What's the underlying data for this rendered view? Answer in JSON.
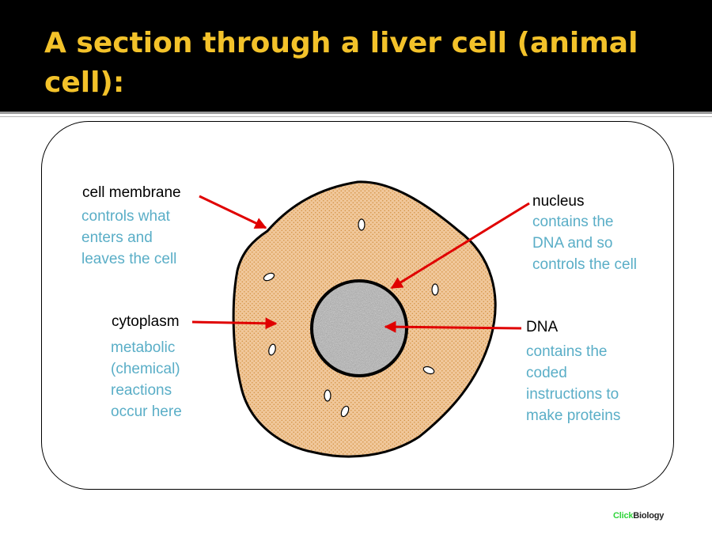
{
  "title": "A section through a liver cell (animal cell):",
  "labels": {
    "cell_membrane": {
      "name": "cell membrane",
      "description": [
        "controls what",
        "enters and",
        "leaves the cell"
      ]
    },
    "nucleus": {
      "name": "nucleus",
      "description": [
        "contains the",
        "DNA and so",
        "controls the cell"
      ]
    },
    "cytoplasm": {
      "name": "cytoplasm",
      "description": [
        "metabolic",
        "(chemical)",
        "reactions",
        "occur here"
      ]
    },
    "dna": {
      "name": "DNA",
      "description": [
        "contains the",
        "coded",
        "instructions to",
        "make proteins"
      ]
    }
  },
  "credit": {
    "part1": "Click",
    "part2": "Biology"
  },
  "colors": {
    "title": "#f3c22a",
    "title_bar": "#000000",
    "description_text": "#5aaec7",
    "cytoplasm_fill": "#f0c79a",
    "nucleus_fill": "#a8a8a8",
    "arrow": "#e00000"
  }
}
